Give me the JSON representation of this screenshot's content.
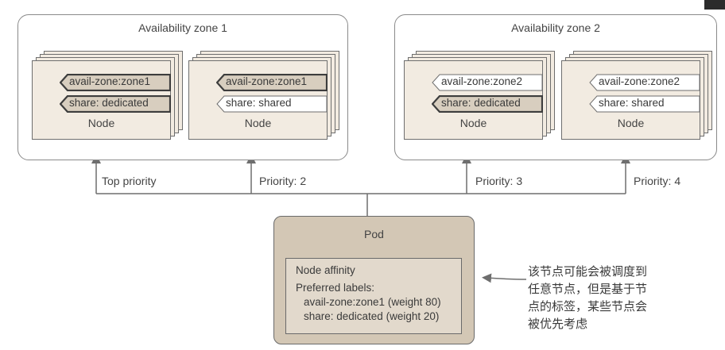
{
  "zones": [
    {
      "title": "Availability zone 1",
      "nodes": [
        {
          "label": "Node",
          "tags": [
            {
              "text": "avail-zone:zone1",
              "highlight": true
            },
            {
              "text": "share: dedicated",
              "highlight": true
            }
          ]
        },
        {
          "label": "Node",
          "tags": [
            {
              "text": "avail-zone:zone1",
              "highlight": true
            },
            {
              "text": "share: shared",
              "highlight": false
            }
          ]
        }
      ]
    },
    {
      "title": "Availability zone 2",
      "nodes": [
        {
          "label": "Node",
          "tags": [
            {
              "text": "avail-zone:zone2",
              "highlight": false
            },
            {
              "text": "share: dedicated",
              "highlight": true
            }
          ]
        },
        {
          "label": "Node",
          "tags": [
            {
              "text": "avail-zone:zone2",
              "highlight": false
            },
            {
              "text": "share: shared",
              "highlight": false
            }
          ]
        }
      ]
    }
  ],
  "priorities": [
    "Top priority",
    "Priority: 2",
    "Priority: 3",
    "Priority: 4"
  ],
  "pod": {
    "title": "Pod",
    "affinity": {
      "heading": "Node affinity",
      "subheading": "Preferred labels:",
      "rules": [
        "avail-zone:zone1 (weight 80)",
        "share: dedicated (weight 20)"
      ]
    }
  },
  "annotation": {
    "lines": [
      "该节点可能会被调度到",
      "任意节点，但是基于节",
      "点的标签，某些节点会",
      "被优先考虑"
    ]
  },
  "colors": {
    "node_fill": "#f2ebe1",
    "pod_fill": "#d3c7b5",
    "tag_highlight": "#d8cebf",
    "tag_plain": "#ffffff",
    "line": "#6e6e6e"
  }
}
